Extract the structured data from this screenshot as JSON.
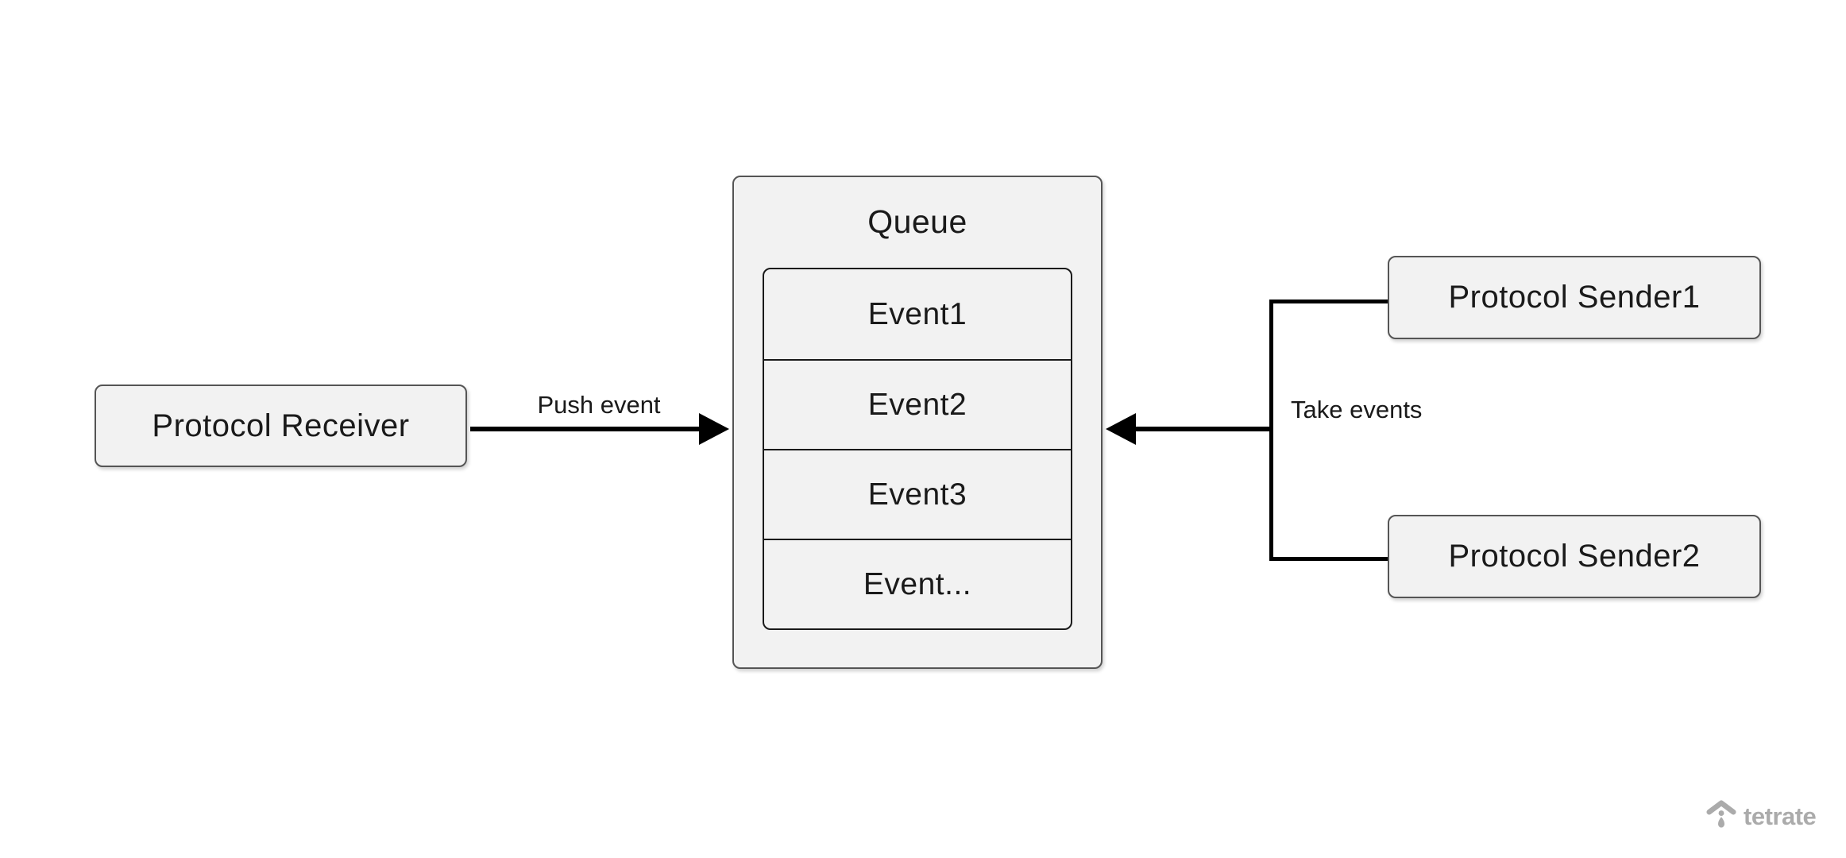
{
  "diagram": {
    "background": "#ffffff",
    "node_fill": "#f2f2f2",
    "node_border_color": "#555555",
    "inner_border_color": "#1a1a1a",
    "line_color": "#000000",
    "text_color": "#1a1a1a",
    "nodes": {
      "receiver": {
        "label": "Protocol Receiver"
      },
      "queue": {
        "title": "Queue",
        "events": [
          "Event1",
          "Event2",
          "Event3",
          "Event..."
        ]
      },
      "sender1": {
        "label": "Protocol Sender1"
      },
      "sender2": {
        "label": "Protocol Sender2"
      }
    },
    "edges": {
      "push": {
        "label": "Push event",
        "direction": "receiver-to-queue"
      },
      "take": {
        "label": "Take events",
        "direction": "senders-to-queue"
      }
    },
    "branding": {
      "logo_text": "tetrate",
      "logo_color": "#ababab"
    }
  }
}
